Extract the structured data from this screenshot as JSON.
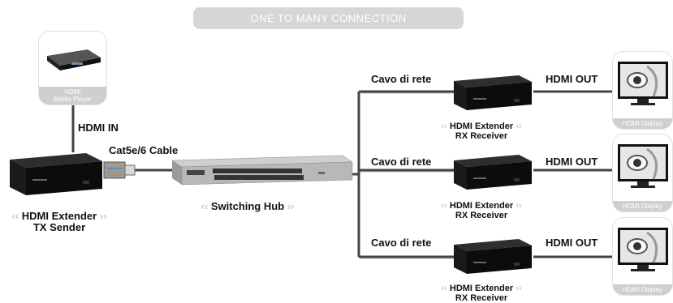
{
  "title": "ONE TO MANY CONNECTION",
  "media_player": {
    "caption_line1": "HDMI",
    "caption_line2": "Media Player"
  },
  "hdmi_in_label": "HDMI IN",
  "cable_label": "Cat5e/6 Cable",
  "tx": {
    "line1": "HDMI Extender",
    "line2": "TX Sender"
  },
  "hub": {
    "label": "Switching Hub"
  },
  "chevron_left": "‹‹",
  "chevron_right": "››",
  "branches": [
    {
      "network_label": "Cavo di rete",
      "out_label": "HDMI OUT",
      "rx_line1": "HDMI Extender",
      "rx_line2": "RX Receiver",
      "display_caption": "HDMI Display"
    },
    {
      "network_label": "Cavo di rete",
      "out_label": "HDMI OUT",
      "rx_line1": "HDMI Extender",
      "rx_line2": "RX Receiver",
      "display_caption": "HDMI Display"
    },
    {
      "network_label": "Cavo di rete",
      "out_label": "HDMI OUT",
      "rx_line1": "HDMI Extender",
      "rx_line2": "RX Receiver",
      "display_caption": "HDMI Display"
    }
  ]
}
